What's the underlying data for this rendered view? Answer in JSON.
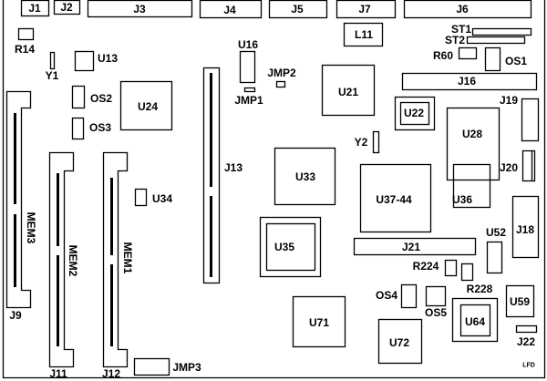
{
  "colors": {
    "line": "#000000",
    "background": "#ffffff"
  },
  "labels": {
    "J1": "J1",
    "J2": "J2",
    "J3": "J3",
    "J4": "J4",
    "J5": "J5",
    "J7": "J7",
    "J6": "J6",
    "R14": "R14",
    "Y1": "Y1",
    "U13": "U13",
    "OS2": "OS2",
    "OS3": "OS3",
    "U24": "U24",
    "U16": "U16",
    "JMP1": "JMP1",
    "JMP2": "JMP2",
    "J13": "J13",
    "U34": "U34",
    "L11": "L11",
    "U21": "U21",
    "ST1": "ST1",
    "ST2": "ST2",
    "R60": "R60",
    "OS1": "OS1",
    "J16": "J16",
    "J19": "J19",
    "U22": "U22",
    "U28": "U28",
    "Y2": "Y2",
    "J20": "J20",
    "U33": "U33",
    "U37_44": "U37-44",
    "U36": "U36",
    "J18": "J18",
    "U52": "U52",
    "J21": "J21",
    "U35": "U35",
    "R224": "R224",
    "R228": "R228",
    "OS4": "OS4",
    "OS5": "OS5",
    "U64": "U64",
    "U59": "U59",
    "J22": "J22",
    "U71": "U71",
    "U72": "U72",
    "JMP3": "JMP3",
    "J9": "J9",
    "J11": "J11",
    "J12": "J12",
    "MEM1": "MEM1",
    "MEM2": "MEM2",
    "MEM3": "MEM3",
    "LFD": "LFD"
  }
}
